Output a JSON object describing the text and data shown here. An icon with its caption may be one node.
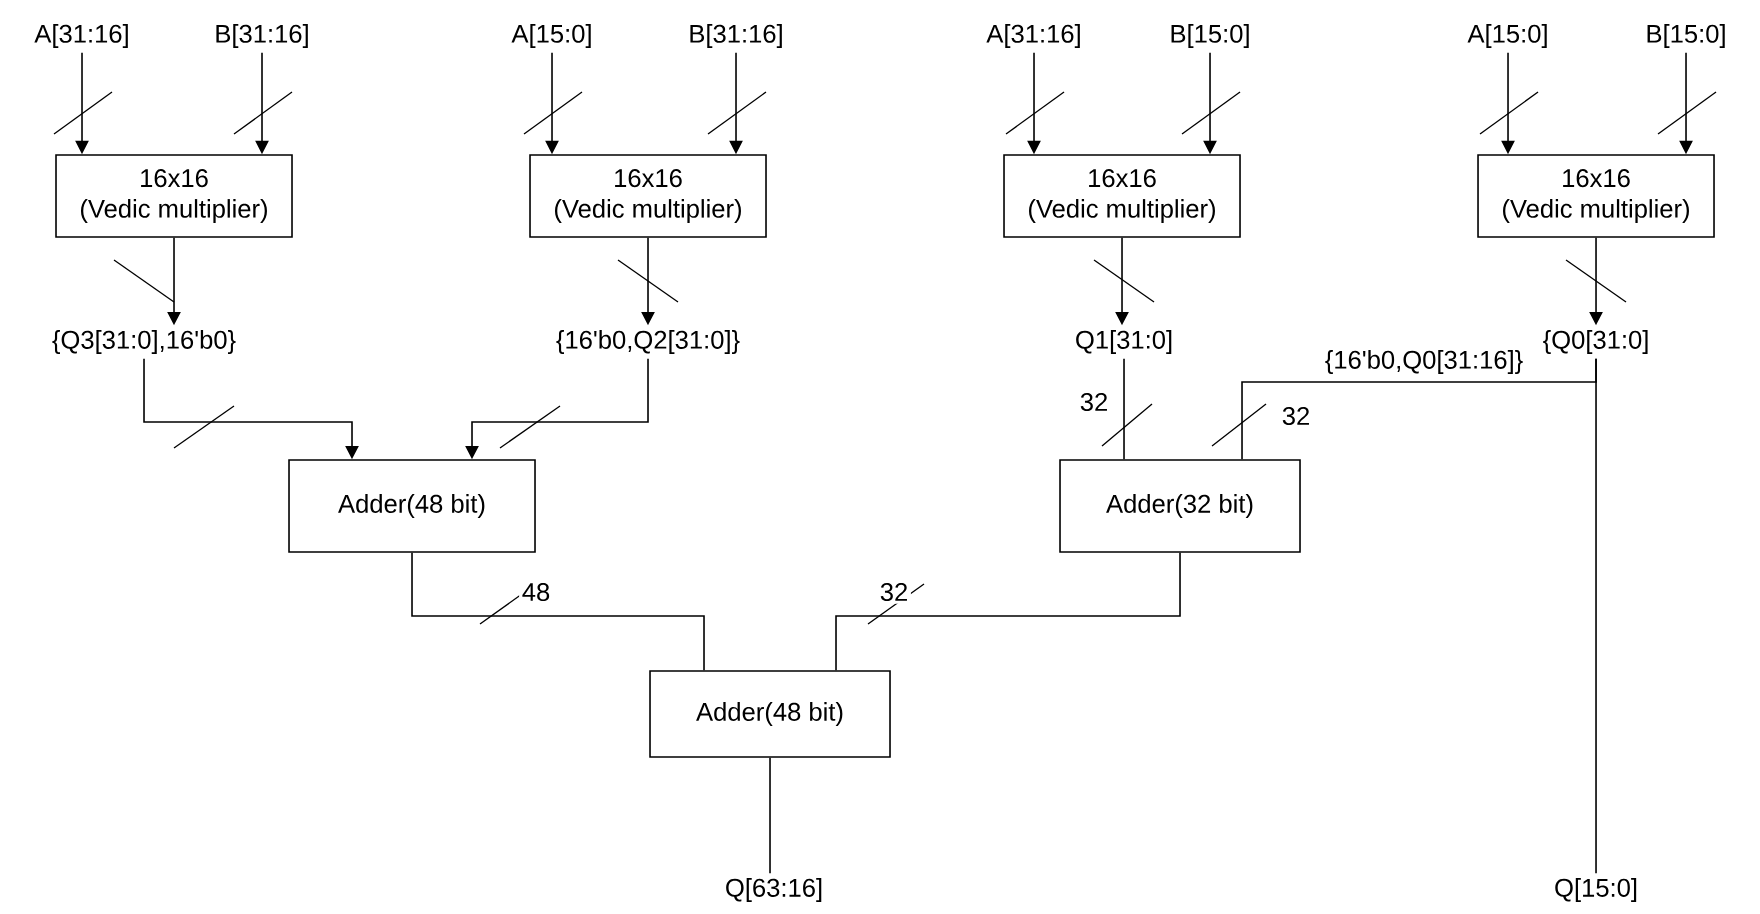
{
  "diagram": {
    "nodes": [
      {
        "text": [
          "A[31:16]"
        ]
      },
      {
        "text": [
          "B[31:16]"
        ]
      },
      {
        "text": [
          "A[15:0]"
        ]
      },
      {
        "text": [
          "B[31:16]"
        ]
      },
      {
        "text": [
          "A[31:16]"
        ]
      },
      {
        "text": [
          "B[15:0]"
        ]
      },
      {
        "text": [
          "A[15:0]"
        ]
      },
      {
        "text": [
          "B[15:0]"
        ]
      },
      {
        "text": [
          "16x16",
          "(Vedic multiplier)"
        ]
      },
      {
        "text": [
          "16x16",
          "(Vedic multiplier)"
        ]
      },
      {
        "text": [
          "16x16",
          "(Vedic multiplier)"
        ]
      },
      {
        "text": [
          "16x16",
          "(Vedic multiplier)"
        ]
      },
      {
        "text": [
          "{Q3[31:0],16'b0}"
        ]
      },
      {
        "text": [
          "{16'b0,Q2[31:0]}"
        ]
      },
      {
        "text": [
          "Q1[31:0]"
        ]
      },
      {
        "text": [
          "{Q0[31:0]"
        ]
      },
      {
        "text": [
          "Adder(48 bit)"
        ]
      },
      {
        "text": [
          "Adder(32 bit)"
        ]
      },
      {
        "text": [
          "Adder(48 bit)"
        ]
      },
      {
        "text": [
          "Q[63:16]"
        ]
      },
      {
        "text": [
          "Q[15:0]"
        ]
      }
    ],
    "edges": [
      {
        "from": 0,
        "to": 8,
        "arrow": "to"
      },
      {
        "from": 1,
        "to": 8,
        "arrow": "to"
      },
      {
        "from": 2,
        "to": 9,
        "arrow": "to"
      },
      {
        "from": 3,
        "to": 9,
        "arrow": "to"
      },
      {
        "from": 4,
        "to": 10,
        "arrow": "to"
      },
      {
        "from": 5,
        "to": 10,
        "arrow": "to"
      },
      {
        "from": 6,
        "to": 11,
        "arrow": "to"
      },
      {
        "from": 7,
        "to": 11,
        "arrow": "to"
      },
      {
        "from": 8,
        "to": 12,
        "arrow": "to"
      },
      {
        "from": 9,
        "to": 13,
        "arrow": "to"
      },
      {
        "from": 10,
        "to": 14,
        "arrow": "to"
      },
      {
        "from": 11,
        "to": 15,
        "arrow": "to"
      },
      {
        "from": 12,
        "to": 16,
        "arrow": "to"
      },
      {
        "from": 13,
        "to": 16,
        "arrow": "to"
      },
      {
        "from": 14,
        "to": 17,
        "arrow": "none",
        "label": "32"
      },
      {
        "from": 15,
        "to": 17,
        "arrow": "none",
        "label": "{16'b0,Q0[31:16]}"
      },
      {
        "from": 15,
        "to": 20,
        "arrow": "none"
      },
      {
        "from": 16,
        "to": 18,
        "arrow": "none",
        "label": "48"
      },
      {
        "from": 17,
        "to": 18,
        "arrow": "none",
        "label": "32"
      },
      {
        "from": 18,
        "to": 19,
        "arrow": "none"
      }
    ],
    "labels": [
      "32"
    ]
  }
}
